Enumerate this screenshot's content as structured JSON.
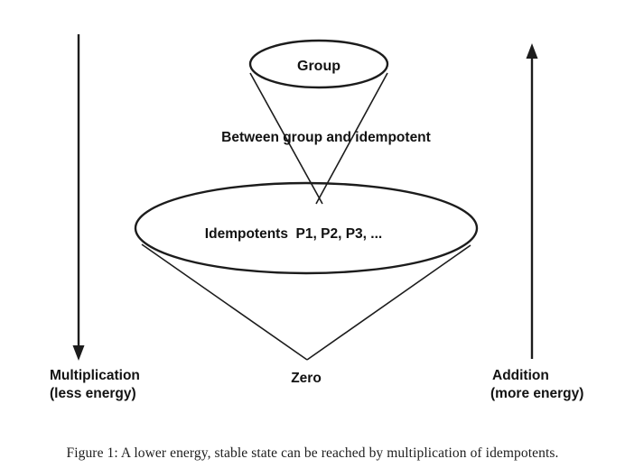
{
  "diagram": {
    "top_cone_label": "Group",
    "middle_label": "Between group and idempotent",
    "idempotents_label": "Idempotents  P1, P2, P3, ...",
    "zero_label": "Zero",
    "left_arrow": {
      "direction": "down",
      "line1": "Multiplication",
      "line2": "(less energy)"
    },
    "right_arrow": {
      "direction": "up",
      "line1": "Addition",
      "line2": "(more energy)"
    },
    "line_color": "#1c1c1c",
    "text_color": "#121212"
  },
  "caption": "Figure 1: A lower energy, stable state can be reached by multiplication of idempotents."
}
